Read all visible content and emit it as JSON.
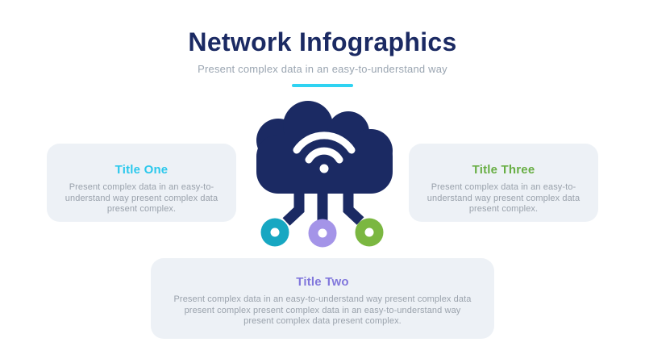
{
  "slide": {
    "title": "Network Infographics",
    "subtitle": "Present complex data in an easy-to-understand way"
  },
  "colors": {
    "navy": "#1B2A63",
    "subtitle_gray": "#9AA5B1",
    "body_gray": "#9AA2AC",
    "card_bg": "#EDF1F6",
    "divider_cyan": "#2FD3F2",
    "node_teal": "#17A7C2",
    "node_purple": "#A494E8",
    "node_green": "#7BB741",
    "title_one_color": "#2BC8EC",
    "title_two_color": "#8177DC",
    "title_three_color": "#68AE44",
    "icon_wifi": "#FFFFFF"
  },
  "icon": {
    "name": "cloud-wifi-network-icon"
  },
  "cards": [
    {
      "title": "Title One",
      "body": "Present complex data in an easy-to-understand way present complex data present complex."
    },
    {
      "title": "Title Two",
      "body": "Present complex data in an easy-to-understand way present complex data present complex present complex data in an easy-to-understand way present complex data present complex."
    },
    {
      "title": "Title Three",
      "body": "Present complex data in an easy-to-understand way present complex data present complex."
    }
  ]
}
